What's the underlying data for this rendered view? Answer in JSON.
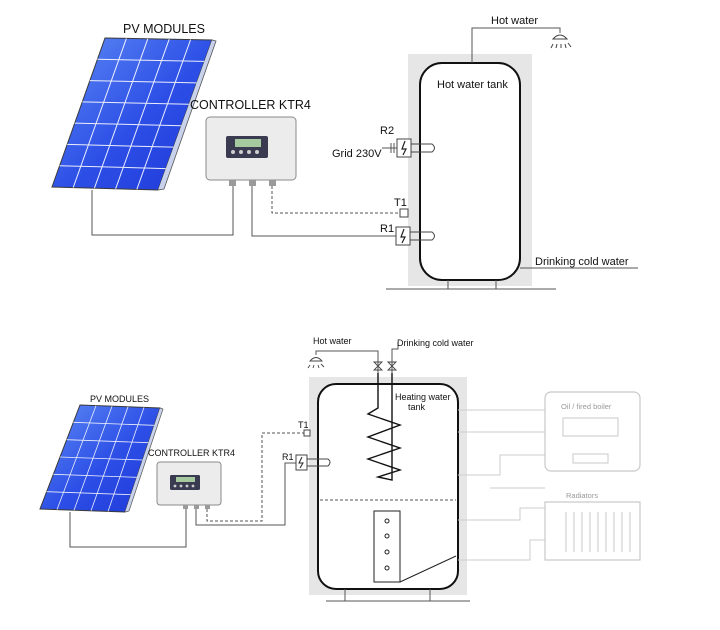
{
  "system1": {
    "pv_label": "PV MODULES",
    "controller_label": "CONTROLLER KTR4",
    "hot_water_label": "Hot water",
    "tank_label": "Hot water tank",
    "r2_label": "R2",
    "grid_label": "Grid 230V",
    "t1_label": "T1",
    "r1_label": "R1",
    "cold_water_label": "Drinking cold water"
  },
  "system2": {
    "pv_label": "PV MODULES",
    "controller_label": "CONTROLLER KTR4",
    "hot_water_label": "Hot water",
    "cold_water_label": "Drinking cold water",
    "tank_label_line1": "Heating water",
    "tank_label_line2": "tank",
    "t1_label": "T1",
    "r1_label": "R1",
    "boiler_label": "Oil / fired boiler",
    "radiators_label": "Radiators"
  },
  "colors": {
    "pv_dark": "#1f38d8",
    "pv_light": "#5f8cf5",
    "line": "#555555",
    "tank_fill": "#e6e6e6",
    "faded": "#c8c8c8"
  }
}
